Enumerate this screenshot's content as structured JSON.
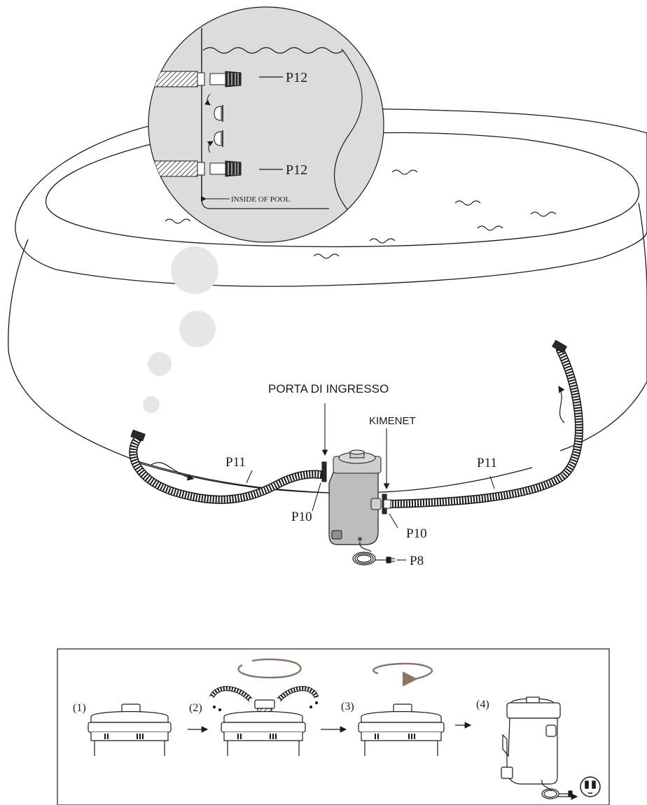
{
  "labels": {
    "p12_top": "P12",
    "p12_bottom": "P12",
    "inside_of_pool": "INSIDE OF POOL",
    "porta_di_ingresso": "PORTA DI INGRESSO",
    "kimenet": "KIMENET",
    "p11_left": "P11",
    "p11_right": "P11",
    "p10_left": "P10",
    "p10_right": "P10",
    "p8": "P8"
  },
  "steps": {
    "step1": "(1)",
    "step2": "(2)",
    "step3": "(3)",
    "step4": "(4)"
  },
  "icons": [
    "water-wave-icon",
    "hose-icon",
    "filter-pump-icon",
    "power-cord-icon",
    "power-outlet-icon",
    "rotate-arrow-icon",
    "right-arrow-icon"
  ],
  "colors": {
    "line": "#1a1a1a",
    "magnifier_fill": "#dcdcdc",
    "pump_fill": "#bdbdbd",
    "bubble_fill": "#e6e6e6",
    "rotate_arrow": "#8b7566"
  }
}
